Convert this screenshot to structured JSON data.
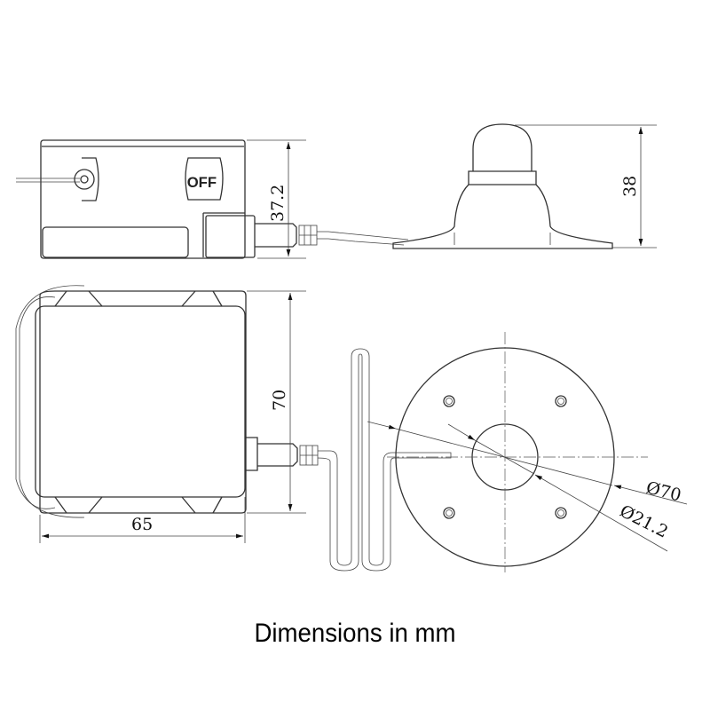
{
  "caption": "Dimensions in mm",
  "switch_label": "OFF",
  "dimensions": {
    "height_box": "37.2",
    "height_sensor": "38",
    "depth_box": "70",
    "width_box": "65",
    "diameter_outer": "Ø70",
    "diameter_inner": "Ø21.2"
  }
}
